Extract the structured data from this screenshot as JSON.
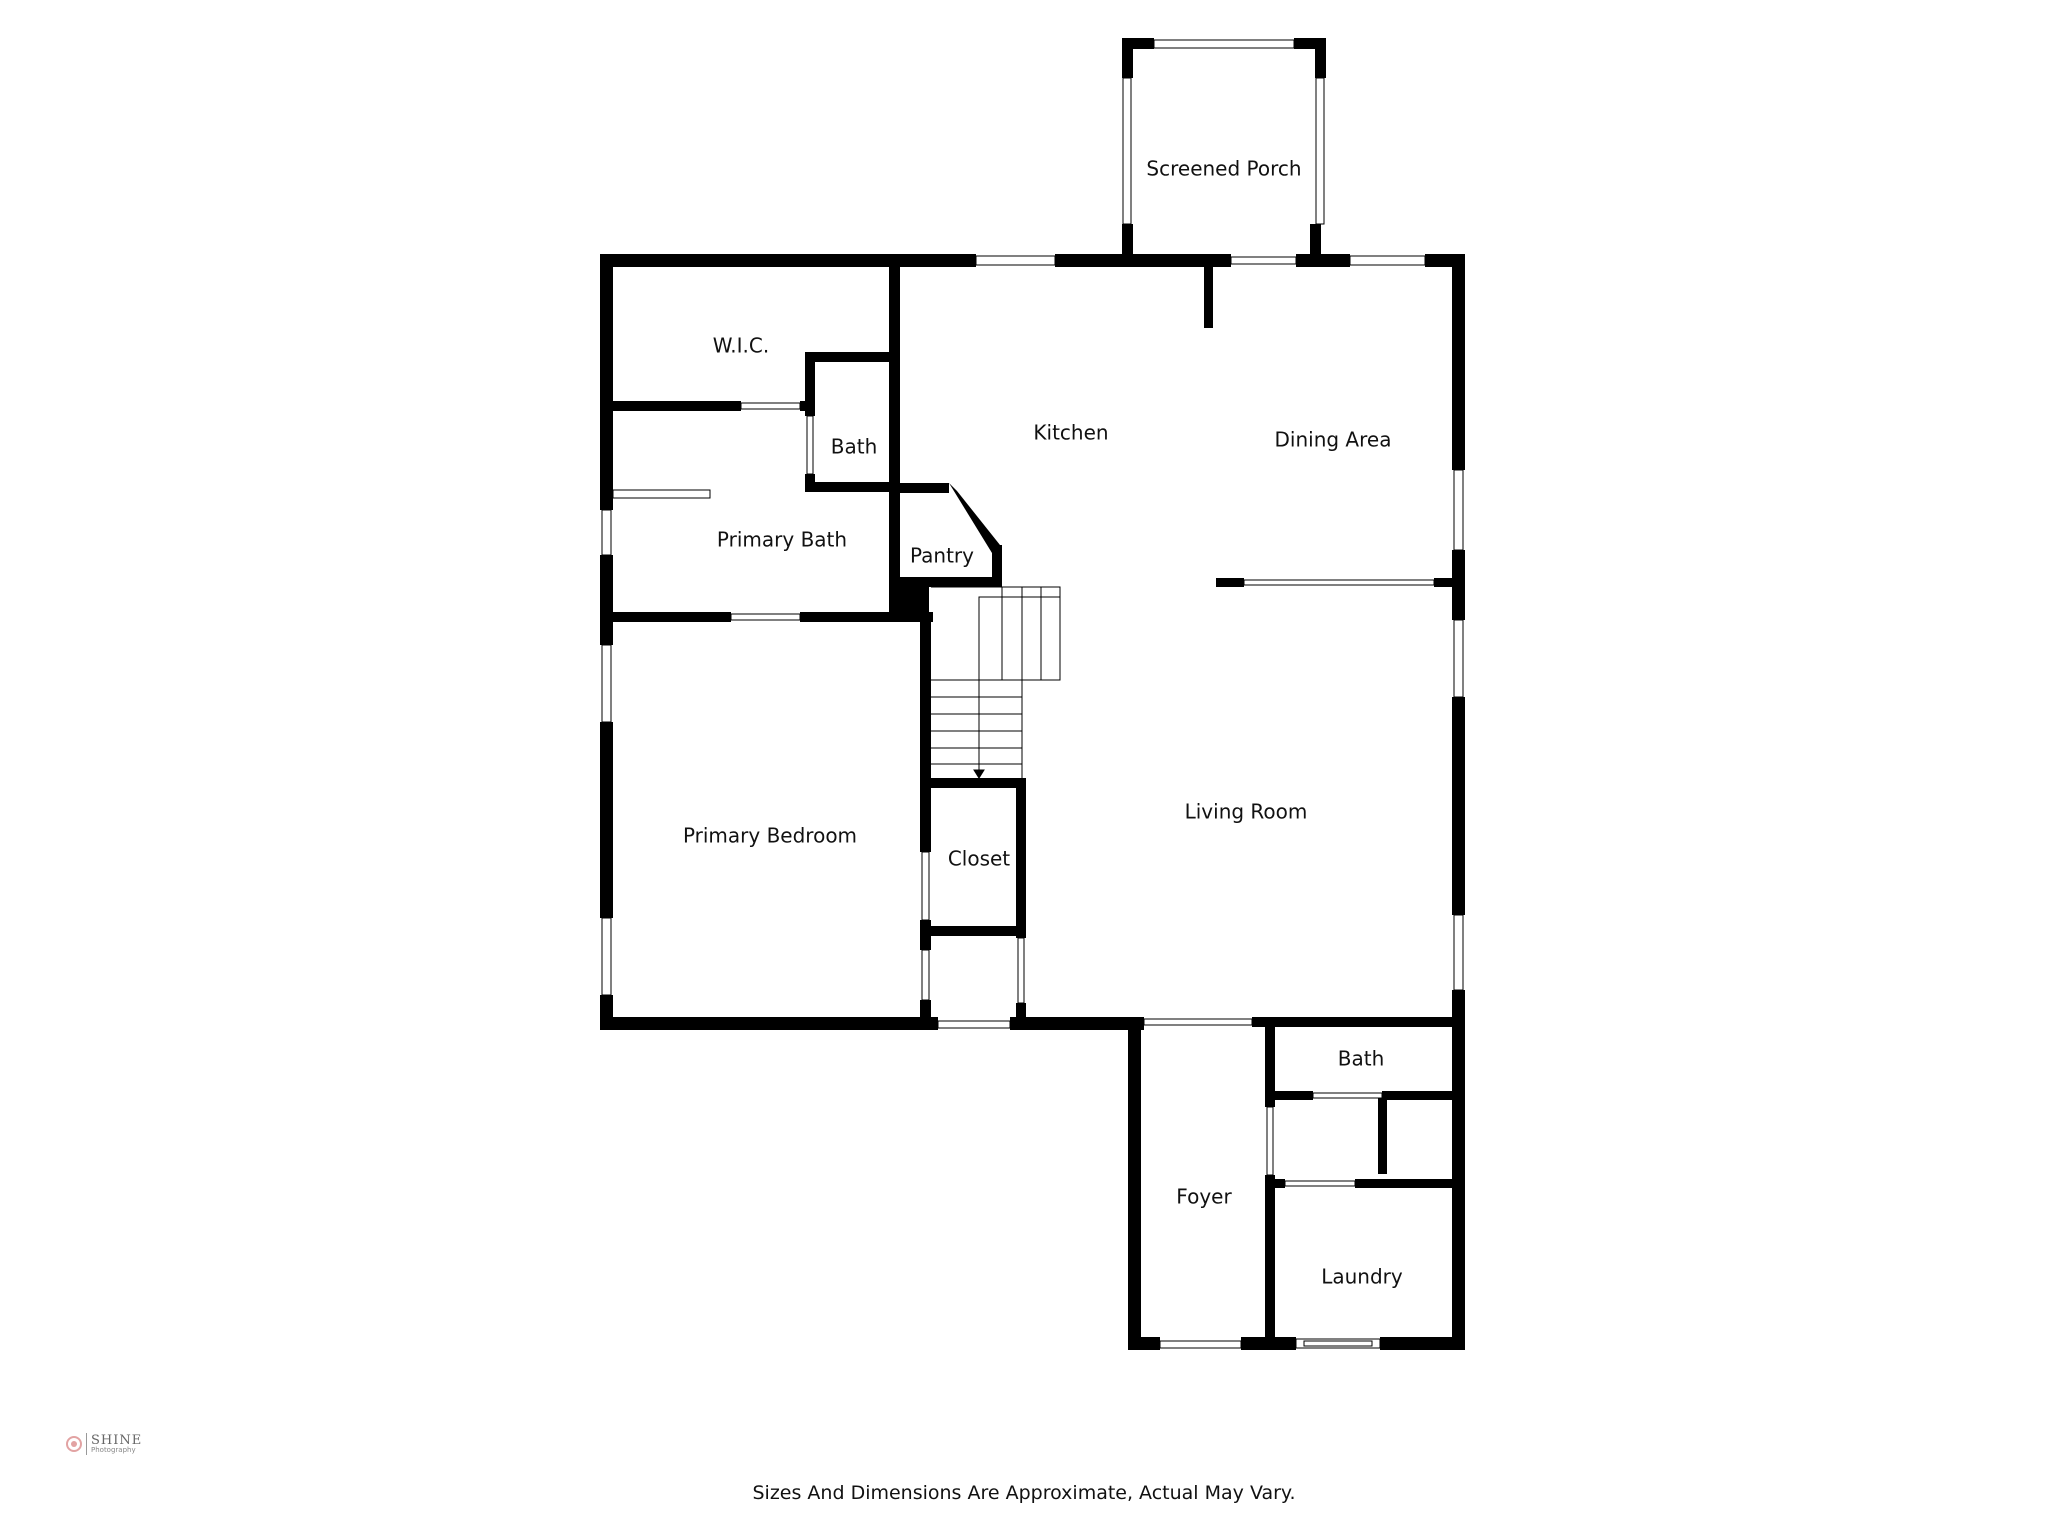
{
  "rooms": {
    "screened_porch": "Screened Porch",
    "wic": "W.I.C.",
    "bath_upper": "Bath",
    "kitchen": "Kitchen",
    "dining_area": "Dining Area",
    "primary_bath": "Primary Bath",
    "pantry": "Pantry",
    "primary_bedroom": "Primary Bedroom",
    "closet": "Closet",
    "living_room": "Living Room",
    "bath_lower": "Bath",
    "foyer": "Foyer",
    "laundry": "Laundry"
  },
  "footer": {
    "disclaimer": "Sizes And Dimensions Are Approximate, Actual May Vary."
  },
  "logo": {
    "name": "SHINE",
    "sub": "Photography"
  },
  "colors": {
    "wall": "#000000",
    "background": "#ffffff",
    "logo_accent": "#e2a3a3"
  },
  "icons": {
    "stairs": "stairs-icon",
    "logo": "shine-logo-icon"
  }
}
